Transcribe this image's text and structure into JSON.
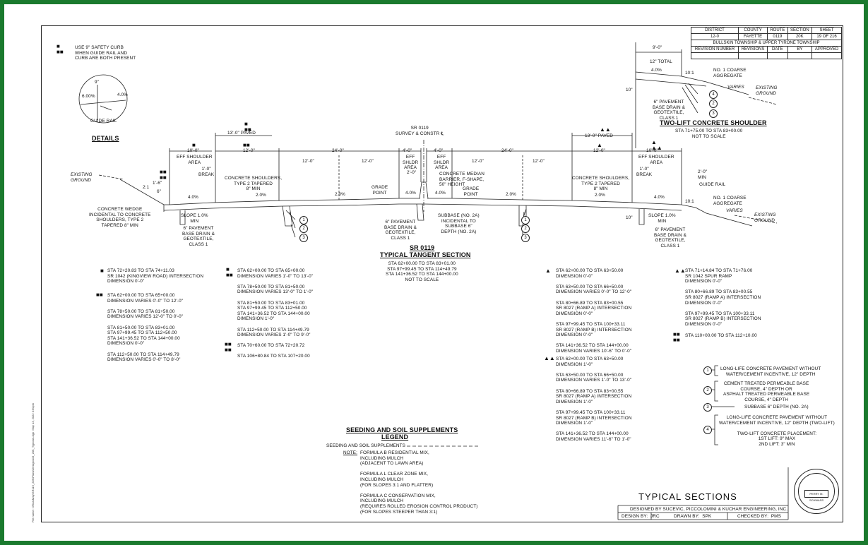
{
  "colors": {
    "frame": "#1a7a2e",
    "line": "#222222"
  },
  "titleblock": {
    "headers": [
      "DISTRICT",
      "COUNTY",
      "ROUTE",
      "SECTION",
      "SHEET"
    ],
    "values": [
      "12-0",
      "FAYETTE",
      "0119",
      "20K",
      "19 OF 216"
    ],
    "township": "BULLSKIN TOWNSHIP & UPPER TYRONE TOWNSHIP",
    "rev_cols": [
      "REVISION NUMBER",
      "REVISIONS",
      "DATE",
      "BY",
      "APPROVED"
    ]
  },
  "notes": {
    "safety_curb": "USE 9\" SAFETY CURB\nWHEN GUIDE RAIL AND\nCURB ARE BOTH PRESENT"
  },
  "details": {
    "title": "DETAILS",
    "dim9": "9\"",
    "slope1": "6.00%",
    "slope2": "4.0%",
    "guide_rail": "GUIDE RAIL"
  },
  "section": {
    "title1": "SR 0119",
    "title2": "TYPICAL TANGENT SECTION",
    "stations": "STA 62+00.00 TO STA 83+01.00\nSTA 97+99.45 TO STA 114+49.79\nSTA 141+36.52 TO STA 144+00.00\nNOT TO SCALE",
    "survey": "SR 0119\nSURVEY & CONSTR ℄",
    "paved_left": "13'-0\" PAVED",
    "paved_right": "13'-0\" PAVED",
    "d10_left": "10'-0\"",
    "d12_left": "12'-0\"",
    "d24_left": "24'-0\"",
    "d12a": "12'-0\"",
    "d12b": "12'-0\"",
    "d4a": "4'-0\"",
    "d4b": "4'-0\"",
    "d24_right": "24'-0\"",
    "d12c": "12'-0\"",
    "d12d": "12'-0\"",
    "d12_right": "12'-0\"",
    "d10_right": "10'-0\"",
    "eff_left": "EFF SHOULDER\nAREA",
    "eff_right": "EFF SHOULDER\nAREA",
    "break1": "1'-0\"\nBREAK",
    "break2": "1'-0\"\nBREAK",
    "conc_sh_left": "CONCRETE SHOULDERS,\nTYPE 2 TAPERED\n8\" MIN",
    "conc_sh_right": "CONCRETE SHOULDERS,\nTYPE 2 TAPERED\n8\" MIN",
    "eff_shldr_l": "EFF\nSHLDR\nAREA",
    "eff_shldr_r": "EFF\nSHLDR\nAREA",
    "d2": "2'-0\"",
    "median": "CONCRETE MEDIAN\nBARRIER, F-SHAPE,\n50\" HEIGHT",
    "grade_l": "GRADE\nPOINT",
    "grade_r": "GRADE\nPOINT",
    "p40a": "4.0%",
    "p20a": "2.0%",
    "p20b": "2.0%",
    "p40b": "4.0%",
    "p40c": "4.0%",
    "p20c": "2.0%",
    "p20d": "2.0%",
    "p40d": "4.0%",
    "existing_l": "EXISTING\nGROUND",
    "existing_r": "EXISTING\nGROUND",
    "wedge": "CONCRETE WEDGE\nINCIDENTAL TO CONCRETE\nSHOULDERS, TYPE 2\nTAPERED 8\" MIN",
    "slope_l": "SLOPE 1.0%\nMIN",
    "slope_r": "SLOPE 1.0%\nMIN",
    "drain_l": "6\" PAVEMENT\nBASE DRAIN &\nGEOTEXTILE,\nCLASS 1",
    "drain_c": "6\" PAVEMENT\nBASE DRAIN &\nGEOTEXTILE,\nCLASS 1",
    "drain_r": "6\" PAVEMENT\nBASE DRAIN &\nGEOTEXTILE,\nCLASS 1",
    "subbase": "SUBBASE (NO. 2A)\nINCIDENTAL TO\nSUBBASE 6\"\nDEPTH (NO. 2A)",
    "d1_6": "1'-6\"",
    "d6": "6\"",
    "s21": "2:1",
    "d2min": "2'-0\"\nMIN",
    "guide_rail": "GUIDE RAIL",
    "coarse": "NO. 1 COARSE\nAGGREGATE",
    "s101": "10:1",
    "varies": "VARIES",
    "d10": "10\""
  },
  "shoulder": {
    "title": "TWO-LIFT CONCRETE SHOULDER",
    "stations": "STA 71+75.00 TO STA 83+00.00\nNOT TO SCALE",
    "d9": "9'-0\"",
    "total": "12\" TOTAL",
    "p40": "4.0%",
    "s101": "10:1",
    "coarse": "NO. 1 COARSE\nAGGREGATE",
    "varies": "VARIES",
    "existing": "EXISTING\nGROUND",
    "d10": "10\"",
    "drain": "6\" PAVEMENT\nBASE DRAIN &\nGEOTEXTILE,\nCLASS 1"
  },
  "station_notes": {
    "a1": "STA 72+20.83 TO STA 74+11.03\nSR 1042 (KINGVIEW ROAD) INTERSECTION\nDIMENSION 0'-0\"",
    "a2": "STA 62+00.00 TO STA 65+00.00\nDIMENSION VARIES 0'-0\" TO 12'-0\"\n\nSTA 78+50.00 TO STA 81+50.00\nDIMENSION VARIES 12'-0\" TO 0'-0\"\n\nSTA 81+50.00 TO STA 83+01.00\nSTA 97+99.45 TO STA 112+50.00\nSTA 141+36.52 TO STA 144+00.00\nDIMENSION 0'-0\"\n\nSTA 112+50.00 TO STA 114+49.79\nDIMENSION VARIES 0'-0\" TO 8'-0\"",
    "b1": "STA 62+00.00 TO STA 65+00.00\nDIMENSION VARIES 1'-0\" TO 13'-0\"\n\nSTA 78+50.00 TO STA 81+50.00\nDIMENSION VARIES 13'-0\" TO 1'-0\"\n\nSTA 81+50.00 TO STA 83+01.00\nSTA 97+99.45 TO STA 112+50.00\nSTA 141+36.52 TO STA 144+00.00\nDIMENSION 1'-0\"\n\nSTA 112+50.00 TO STA 114+49.79\nDIMENSION VARIES 1'-0\" TO 9'-0\"",
    "b2": "STA 70+60.00 TO STA 72+20.72\n\nSTA 106+80.84 TO STA 107+20.00",
    "c1": "STA 62+00.00 TO STA 63+50.00\nDIMENSION 0'-0\"\n\nSTA 63+50.00 TO STA 66+50.00\nDIMENSION VARIES 0'-0\" TO 12'-0\"\n\nSTA 80+66.89 TO STA 83+00.55\nSR 8027 (RAMP A) INTERSECTION\nDIMENSION 0'-0\"\n\nSTA 97+99.45 TO STA 100+33.11\nSR 8027 (RAMP B) INTERSECTION\nDIMENSION 0'-0\"\n\nSTA 141+36.52 TO STA 144+00.00\nDIMENSION VARIES 10'-6\" TO 0'-0\"",
    "c2": "STA 62+00.00 TO STA 63+50.00\nDIMENSION 1'-0\"\n\nSTA 63+50.00 TO STA 66+50.00\nDIMENSION VARIES 1'-0\" TO 13'-0\"\n\nSTA 80+66.89 TO STA 83+00.55\nSR 8027 (RAMP A) INTERSECTION\nDIMENSION 1'-0\"\n\nSTA 97+99.45 TO STA 100+33.11\nSR 8027 (RAMP B) INTERSECTION\nDIMENSION 1'-0\"\n\nSTA 141+36.52 TO STA 144+00.00\nDIMENSION VARIES 11'-6\" TO 1'-0\"",
    "d1": "STA 71+14.84 TO STA 71+76.00\nSR 1042 SPUR RAMP\nDIMENSION 0'-0\"\n\nSTA 80+66.89 TO STA 83+00.55\nSR 8027 (RAMP A) INTERSECTION\nDIMENSION 0'-0\"\n\nSTA 97+99.45 TO STA 100+33.11\nSR 8027 (RAMP B) INTERSECTION\nDIMENSION 0'-0\"",
    "d2": "STA 110+00.00 TO STA 112+10.00"
  },
  "legend_items": {
    "l1": "LONG-LIFE CONCRETE PAVEMENT WITHOUT\nWATER/CEMENT INCENTIVE, 12\" DEPTH",
    "l2": "CEMENT TREATED PERMEABLE BASE\nCOURSE, 4\" DEPTH OR\nASPHALT TREATED PERMEABLE BASE\nCOURSE, 4\" DEPTH",
    "l3": "SUBBASE 6\" DEPTH (NO. 2A)",
    "l4": "LONG-LIFE CONCRETE PAVEMENT WITHOUT\nWATER/CEMENT INCENTIVE, 12\" DEPTH (TWO-LIFT)\n\nTWO-LIFT CONCRETE PLACEMENT:\n1ST LIFT: 9\" MAX\n2ND LIFT: 3\" MIN"
  },
  "seeding": {
    "title": "SEEDING AND SOIL SUPPLEMENTS",
    "legend": "LEGEND",
    "supp": "SEEDING AND SOIL SUPPLEMENTS",
    "note": "NOTE:",
    "body": "FORMULA B RESIDENTIAL MIX,\nINCLUDING MULCH\n(ADJACENT TO LAWN AREA)\n\nFORMULA L CLEAR ZONE MIX,\nINCLUDING MULCH\n(FOR SLOPES 3:1 AND FLATTER)\n\nFORMULA C CONSERVATION MIX,\nINCLUDING MULCH\n(REQUIRES ROLLED EROSION CONTROL PRODUCT)\n(FOR SLOPES STEEPER THAN 3:1)"
  },
  "sheet_title": "TYPICAL SECTIONS",
  "designed": "DESIGNED BY SUCEVIC, PICCOLOMINI & KUCHAR ENGINEERING, INC.",
  "design_by": "DESIGN BY:  JRC",
  "drawn_by": "DRAWN BY:  SPK",
  "checked_by": "CHECKED BY:  PMS",
  "seal": {
    "name": "PERRY M. SCHWASS"
  },
  "sidebar": "File name: I:\\Roadway\\SR119_20K\\Plans\\Design\\119_20K_Typicals.dgn  May 13, 2022 3:50pm"
}
